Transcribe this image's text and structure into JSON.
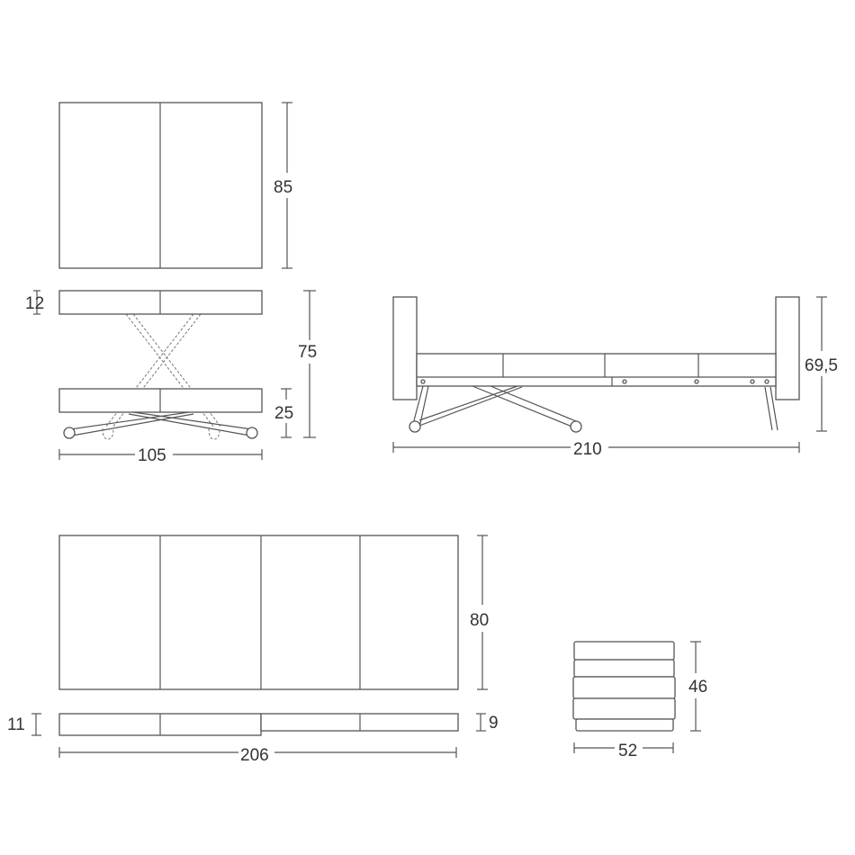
{
  "dimensions": {
    "table_top_depth": "85",
    "table_top_thickness": "12",
    "table_height": "75",
    "table_low_height": "25",
    "table_width": "105",
    "bed_height": "69,5",
    "bed_length": "210",
    "mattress_width": "80",
    "mattress_thickness_left": "11",
    "mattress_thickness_right": "9",
    "mattress_length": "206",
    "stack_height": "46",
    "stack_width": "52"
  },
  "colors": {
    "line": "#555555",
    "background": "#ffffff"
  }
}
